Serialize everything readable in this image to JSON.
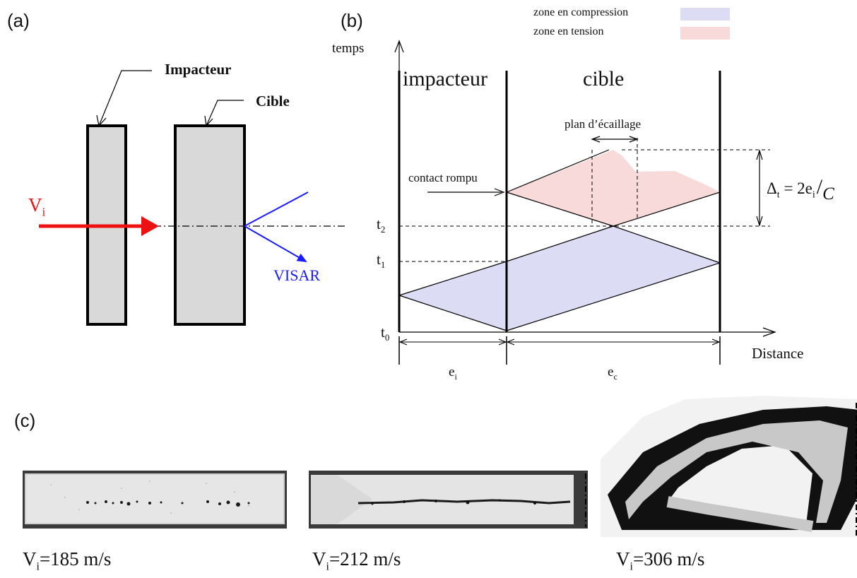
{
  "panels": {
    "a": "(a)",
    "b": "(b)",
    "c": "(c)"
  },
  "panel_a": {
    "impacteur_label": "Impacteur",
    "cible_label": "Cible",
    "velocity_symbol": "V",
    "velocity_subscript": "i",
    "visar_label": "VISAR",
    "colors": {
      "velocity_arrow": "#ee1111",
      "visar": "#1a1aff",
      "plate_fill": "#d9d9d9"
    }
  },
  "panel_b": {
    "legend": {
      "compression": "zone en compression",
      "tension": "zone en tension",
      "compression_color": "#dcdcf5",
      "tension_color": "#f8dada"
    },
    "y_axis_label": "temps",
    "x_axis_label": "Distance",
    "impacteur": "impacteur",
    "cible": "cible",
    "plan_ecaillage": "plan d’écaillage",
    "contact_rompu": "contact rompu",
    "t0": "t",
    "t0_sub": "0",
    "t1": "t",
    "t1_sub": "1",
    "t2": "t",
    "t2_sub": "2",
    "ei": "e",
    "ei_sub": "i",
    "ec": "e",
    "ec_sub": "c",
    "delta_formula": {
      "delta": "Δ",
      "t_sub": "t",
      "eq": " = 2e",
      "i_sub": "i",
      "den": "C"
    }
  },
  "panel_c": {
    "samples": [
      {
        "label_v": "V",
        "label_sub": "i",
        "label_rest": "=185 m/s"
      },
      {
        "label_v": "V",
        "label_sub": "i",
        "label_rest": "=212 m/s"
      },
      {
        "label_v": "V",
        "label_sub": "i",
        "label_rest": "=306 m/s"
      }
    ]
  }
}
